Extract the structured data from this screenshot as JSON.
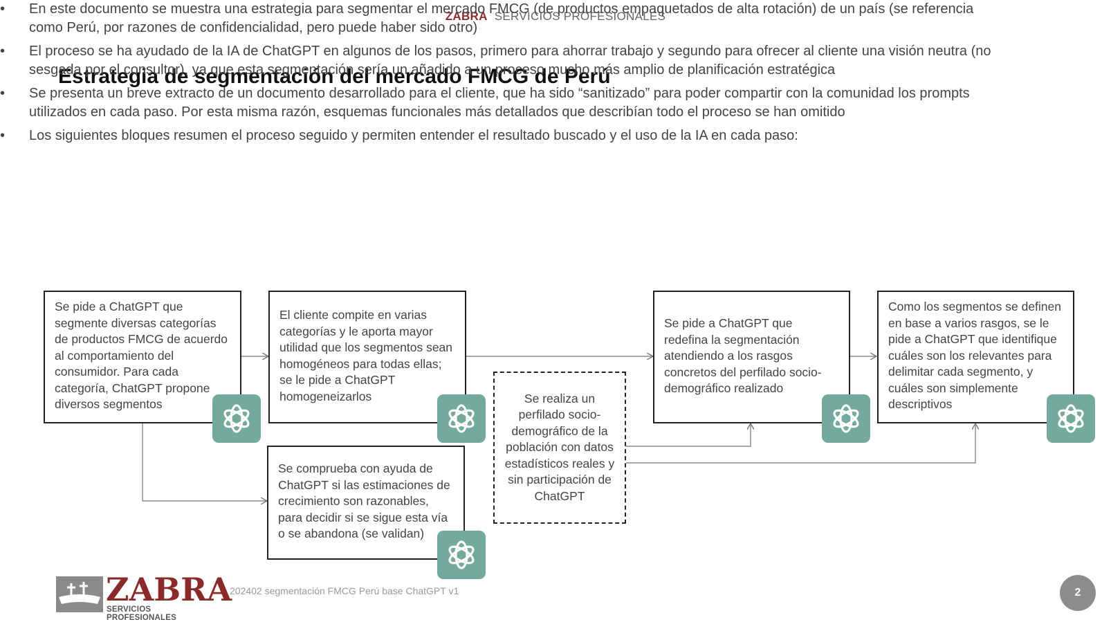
{
  "header": {
    "brand": "ZABRA",
    "tagline": "SERVICIOS PROFESIONALES"
  },
  "title": "Estrategia de segmentación del mercado FMCG de Perú",
  "bullet_symbol": "•",
  "bullets": [
    "En este documento se muestra una estrategia para segmentar el mercado FMCG (de productos empaquetados de alta rotación) de un país (se referencia como Perú, por razones de confidencialidad, pero puede haber sido otro)",
    "El proceso se ha ayudado de la IA de ChatGPT en algunos de los pasos, primero para ahorrar trabajo y segundo para ofrecer al cliente una visión neutra (no sesgada por el consultor), ya que esta segmentación sería un añadido a un proceso mucho más amplio de planificación estratégica",
    "Se presenta un breve extracto de un documento desarrollado para el cliente, que ha sido “sanitizado” para poder compartir con la comunidad los prompts utilizados en cada paso. Por esta misma razón, esquemas funcionales más detallados que describían todo el proceso se han omitido",
    "Los siguientes bloques resumen el proceso seguido y permiten entender el resultado buscado y el uso de la IA en cada paso:"
  ],
  "flow": {
    "step1": "Se pide a ChatGPT que segmente diversas categorías de productos FMCG de acuerdo al comportamiento del consumidor. Para cada categoría, ChatGPT propone diversos segmentos",
    "step2": "El cliente compite en varias categorías y le aporta mayor utilidad que los segmentos sean homogéneos para todas ellas; se le pide a ChatGPT homogeneizarlos",
    "step3": "Se comprueba con ayuda de ChatGPT si las estimaciones de crecimiento son razonables, para decidir si se sigue esta vía o se abandona (se validan)",
    "step4": "Se realiza un perfilado socio-demográfico de la población con datos estadísticos reales y sin participación de ChatGPT",
    "step5": "Se pide a ChatGPT que redefina la segmentación atendiendo a los rasgos concretos del perfilado socio-demográfico realizado",
    "step6": "Como los segmentos se definen en base a varios rasgos, se le pide a ChatGPT que identifique cuáles son los relevantes para delimitar cada segmento, y cuáles son simplemente descriptivos",
    "icon": "chatgpt-logo-icon",
    "icon_color": "#74aa9c"
  },
  "footer": {
    "logo_word": "ZABRA",
    "logo_sub": "SERVICIOS PROFESIONALES",
    "doc_name": "202402 segmentación FMCG Perú base ChatGPT v1",
    "page_number": "2"
  }
}
